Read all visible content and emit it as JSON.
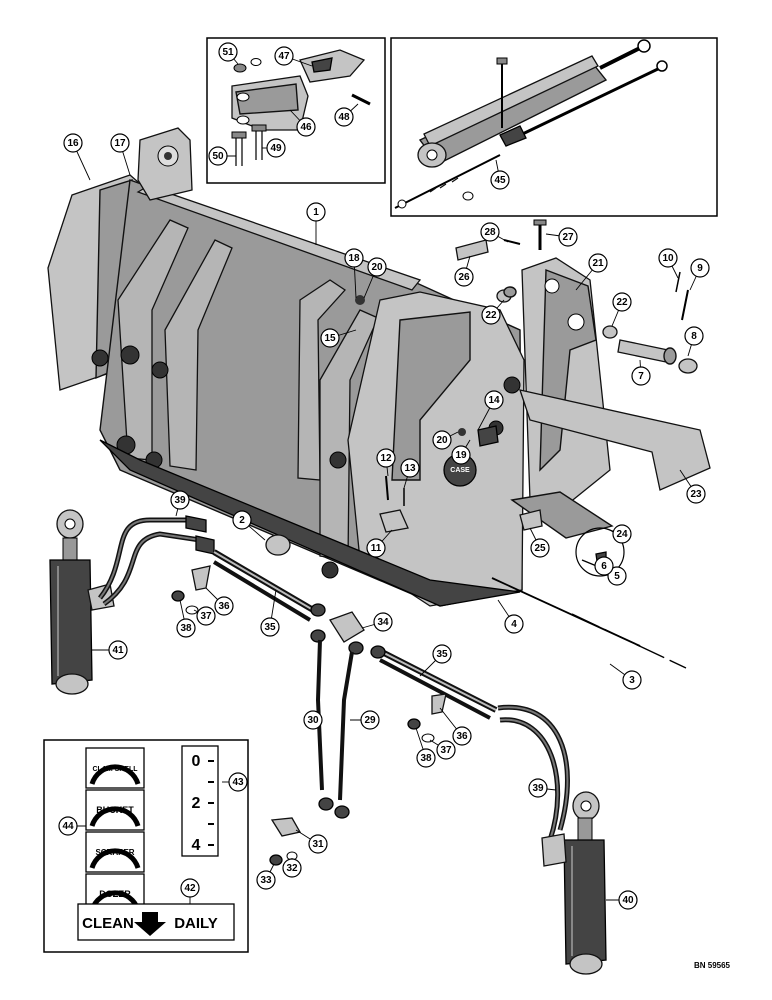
{
  "parts": [
    {
      "id": "p1",
      "num": "1"
    },
    {
      "id": "p2",
      "num": "2"
    },
    {
      "id": "p3",
      "num": "3"
    },
    {
      "id": "p4",
      "num": "4"
    },
    {
      "id": "p5",
      "num": "5"
    },
    {
      "id": "p6",
      "num": "6"
    },
    {
      "id": "p7",
      "num": "7"
    },
    {
      "id": "p8",
      "num": "8"
    },
    {
      "id": "p9",
      "num": "9"
    },
    {
      "id": "p10",
      "num": "10"
    },
    {
      "id": "p11",
      "num": "11"
    },
    {
      "id": "p12",
      "num": "12"
    },
    {
      "id": "p13",
      "num": "13"
    },
    {
      "id": "p14",
      "num": "14"
    },
    {
      "id": "p15",
      "num": "15"
    },
    {
      "id": "p16",
      "num": "16"
    },
    {
      "id": "p17",
      "num": "17"
    },
    {
      "id": "p18",
      "num": "18"
    },
    {
      "id": "p19",
      "num": "19"
    },
    {
      "id": "p20a",
      "num": "20"
    },
    {
      "id": "p20b",
      "num": "20"
    },
    {
      "id": "p21",
      "num": "21"
    },
    {
      "id": "p22a",
      "num": "22"
    },
    {
      "id": "p22b",
      "num": "22"
    },
    {
      "id": "p23",
      "num": "23"
    },
    {
      "id": "p24",
      "num": "24"
    },
    {
      "id": "p25",
      "num": "25"
    },
    {
      "id": "p26",
      "num": "26"
    },
    {
      "id": "p27",
      "num": "27"
    },
    {
      "id": "p28",
      "num": "28"
    },
    {
      "id": "p29",
      "num": "29"
    },
    {
      "id": "p30",
      "num": "30"
    },
    {
      "id": "p31",
      "num": "31"
    },
    {
      "id": "p32",
      "num": "32"
    },
    {
      "id": "p33",
      "num": "33"
    },
    {
      "id": "p34",
      "num": "34"
    },
    {
      "id": "p35a",
      "num": "35"
    },
    {
      "id": "p35b",
      "num": "35"
    },
    {
      "id": "p36a",
      "num": "36"
    },
    {
      "id": "p36b",
      "num": "36"
    },
    {
      "id": "p37a",
      "num": "37"
    },
    {
      "id": "p37b",
      "num": "37"
    },
    {
      "id": "p38a",
      "num": "38"
    },
    {
      "id": "p38b",
      "num": "38"
    },
    {
      "id": "p39a",
      "num": "39"
    },
    {
      "id": "p39b",
      "num": "39"
    },
    {
      "id": "p40",
      "num": "40"
    },
    {
      "id": "p41",
      "num": "41"
    },
    {
      "id": "p42",
      "num": "42"
    },
    {
      "id": "p43",
      "num": "43"
    },
    {
      "id": "p44",
      "num": "44"
    },
    {
      "id": "p45",
      "num": "45"
    },
    {
      "id": "p46",
      "num": "46"
    },
    {
      "id": "p47",
      "num": "47"
    },
    {
      "id": "p48",
      "num": "48"
    },
    {
      "id": "p49",
      "num": "49"
    },
    {
      "id": "p50",
      "num": "50"
    },
    {
      "id": "p51",
      "num": "51"
    }
  ],
  "decals": {
    "mode_1": "CLAM SHELL",
    "mode_2": "BUCKET",
    "mode_3": "SCRAPER",
    "mode_4": "DOZER",
    "gauge": [
      "0",
      "2",
      "4"
    ],
    "clean_left": "CLEAN",
    "clean_right": "DAILY"
  },
  "bucket_badge": "CASE",
  "drawing_code": "BN 59565"
}
